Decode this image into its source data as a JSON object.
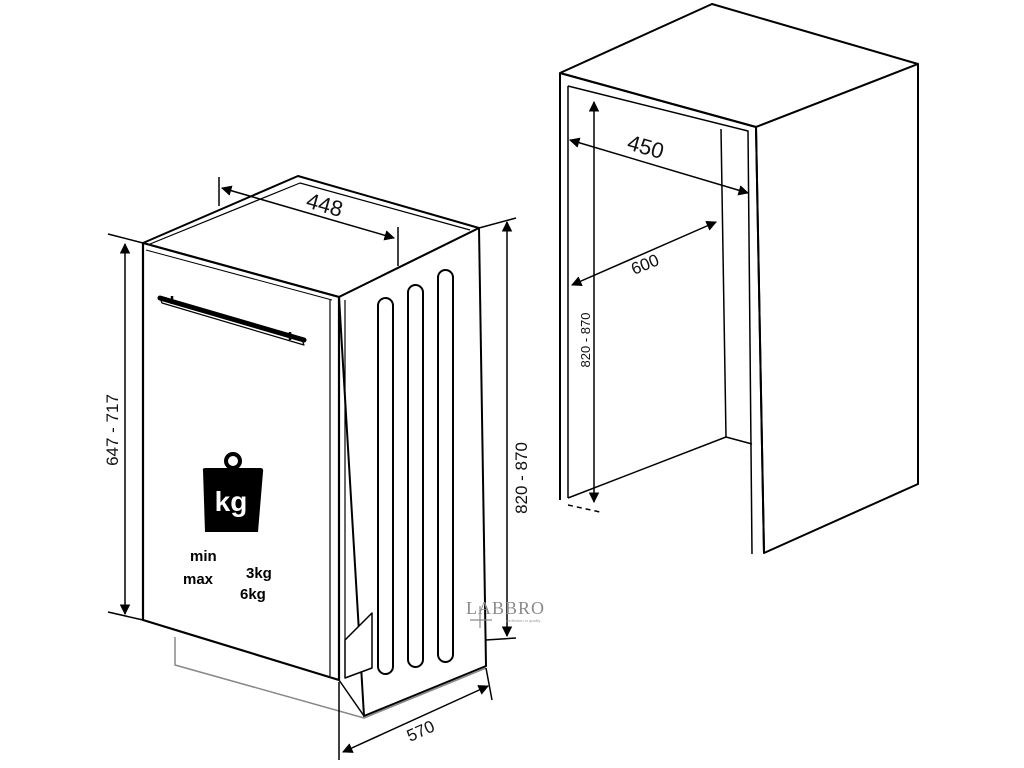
{
  "appliance": {
    "dimensions": {
      "width": "448",
      "height": "647 - 717",
      "depth": "570",
      "install_height": "820 - 870"
    },
    "weight_icon": {
      "icon": "kg-weight-icon",
      "label": "kg"
    },
    "load": {
      "min_label": "min",
      "min_value": "3kg",
      "max_label": "max",
      "max_value": "6kg"
    }
  },
  "cabinet": {
    "dimensions": {
      "width": "450",
      "depth": "600",
      "height": "820 - 870"
    }
  },
  "brand": {
    "name": "LABBRO",
    "tagline": "perfection in quality"
  }
}
